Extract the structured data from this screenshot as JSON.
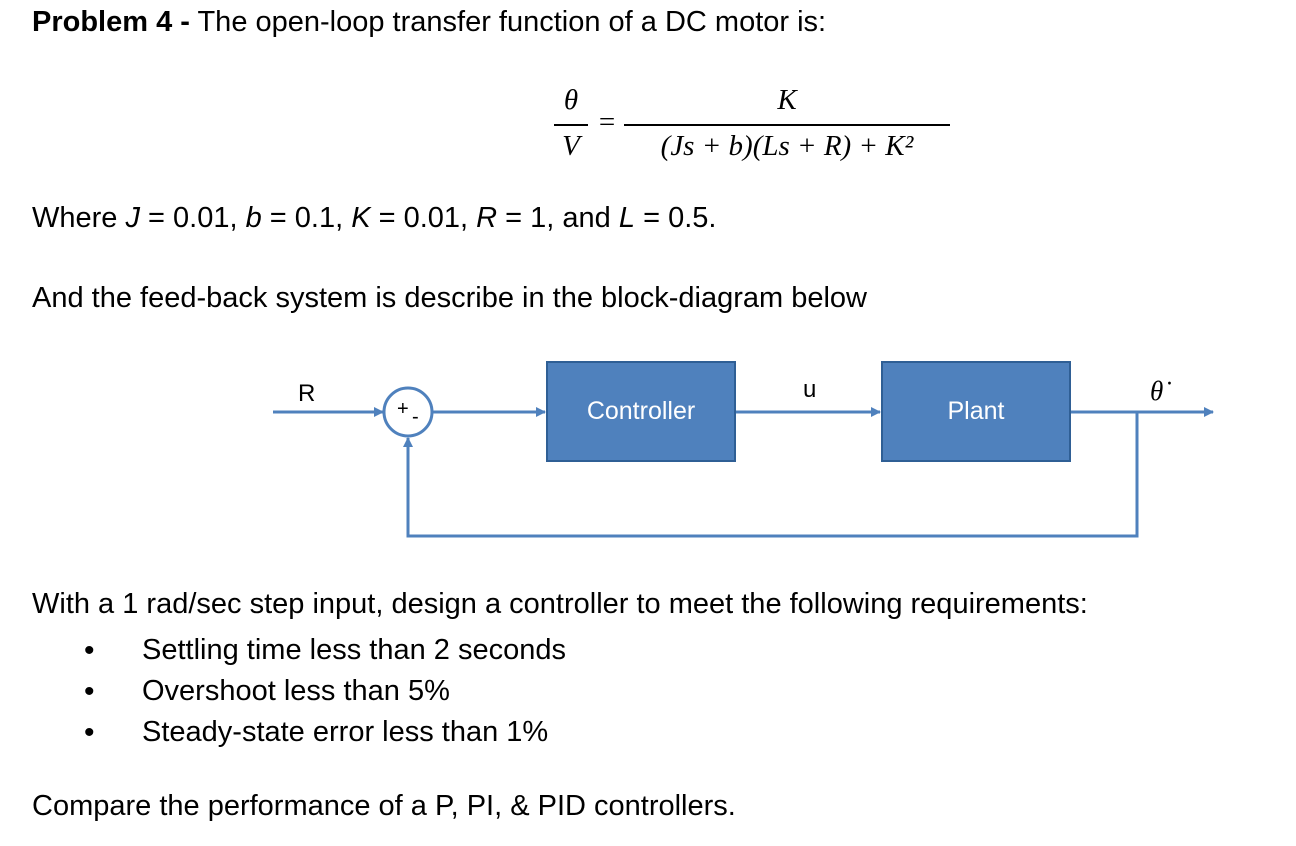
{
  "problem": {
    "label": "Problem 4 -",
    "intro": " The open-loop transfer function of a DC motor is:"
  },
  "equation": {
    "lhs_num": "θ",
    "lhs_den": "V",
    "equals": "=",
    "rhs_num": "K",
    "rhs_den": "(Js + b)(Ls + R) + K²"
  },
  "params": {
    "where": "Where ",
    "J_sym": "J",
    "J_val": " = 0.01, ",
    "b_sym": "b",
    "b_val": " = 0.1, ",
    "K_sym": "K",
    "K_val": " = 0.01, ",
    "R_sym": "R",
    "R_val": " = 1, and ",
    "L_sym": "L",
    "L_val": " = 0.5."
  },
  "feedback_text": "And the feed-back system is describe in the block-diagram below",
  "diagram": {
    "input_label": "R",
    "sum_sign": "+",
    "sum_minus": "-",
    "controller_label": "Controller",
    "signal_label": "u",
    "plant_label": "Plant",
    "output_label": "θ̇",
    "colors": {
      "block_fill": "#4f81bd",
      "block_border": "#2f5f95",
      "wire": "#4f81bd"
    }
  },
  "design_text": "With a 1 rad/sec step input, design a controller to meet the following requirements:",
  "requirements": [
    "Settling time less than 2 seconds",
    "Overshoot less than 5%",
    "Steady-state error less than 1%"
  ],
  "compare_text": "Compare the performance of a P, PI, & PID controllers."
}
